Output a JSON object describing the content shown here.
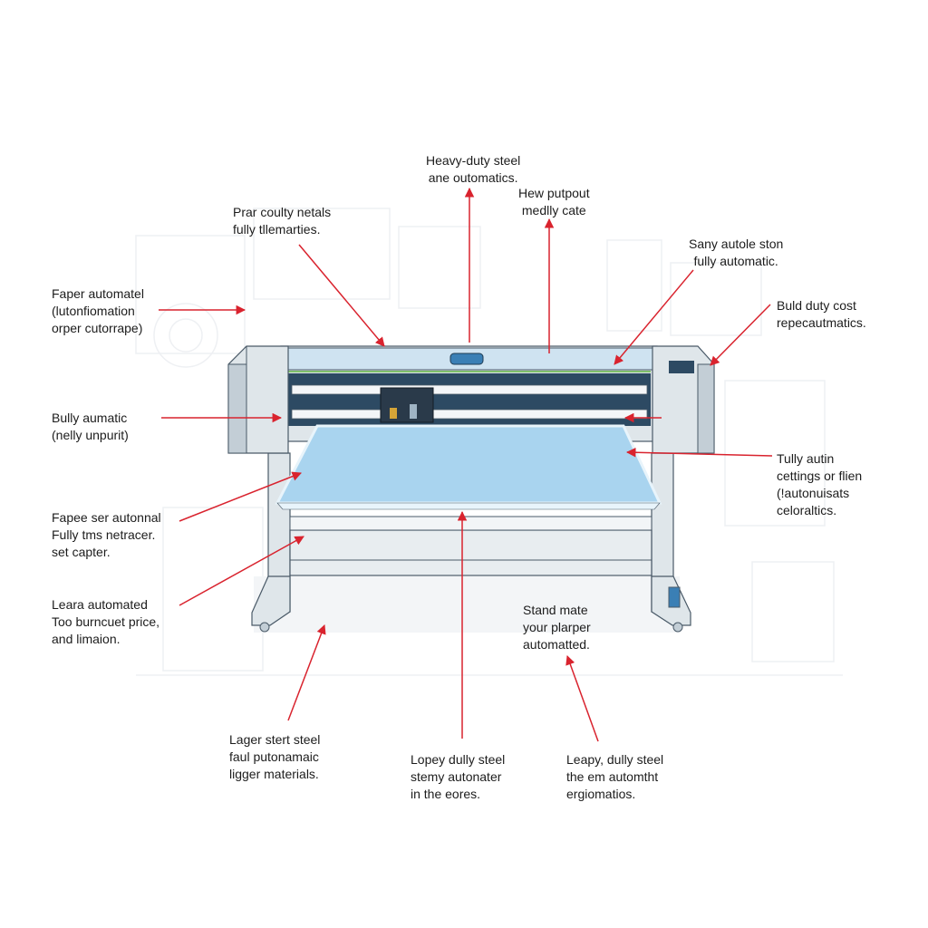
{
  "colors": {
    "arrow": "#d9232e",
    "frame": "#dfe6ea",
    "frame_shade": "#c3ced6",
    "outline": "#4a5a68",
    "bed": "#a9d4ef",
    "bed_edge": "#e8f4fb",
    "interior": "#2d4a63",
    "display": "#3a7fb5"
  },
  "labels": [
    {
      "id": "top-center",
      "lines": [
        "Heavy-duty steel",
        "ane outomatics."
      ]
    },
    {
      "id": "top-right-center",
      "lines": [
        "Hew putpout",
        "medlly cate"
      ]
    },
    {
      "id": "top-left",
      "lines": [
        "Prar coulty netals",
        "fully tllemarties."
      ]
    },
    {
      "id": "right-upper",
      "lines": [
        "Sany autole ston",
        "fully automatic."
      ]
    },
    {
      "id": "right-top",
      "lines": [
        "Buld duty cost",
        "repecautmatics."
      ]
    },
    {
      "id": "left-top",
      "lines": [
        "Faper automatel",
        "(lutonfiomation",
        "orper cutorrape)"
      ]
    },
    {
      "id": "left-mid",
      "lines": [
        "Bully aumatic",
        "(nelly unpurit)"
      ]
    },
    {
      "id": "right-mid",
      "lines": [
        "Tully autin",
        "cettings or flien",
        "(!autonuisats",
        "celoraltics."
      ]
    },
    {
      "id": "left-lower",
      "lines": [
        "Fapee ser autonnal",
        "Fully tms netracer.",
        "set capter."
      ]
    },
    {
      "id": "left-bottom",
      "lines": [
        "Leara automated",
        "Too burncuet price,",
        "and limaion."
      ]
    },
    {
      "id": "right-bottom",
      "lines": [
        "Stand mate",
        "your plarper",
        "automatted."
      ]
    },
    {
      "id": "bottom-left",
      "lines": [
        "Lager stert steel",
        "faul putonamaic",
        "ligger materials."
      ]
    },
    {
      "id": "bottom-center",
      "lines": [
        "Lopey dully steel",
        "stemy autonater",
        "in the eores."
      ]
    },
    {
      "id": "bottom-right",
      "lines": [
        "Leapy, dully steel",
        "the em automtht",
        "ergiomatios."
      ]
    }
  ]
}
